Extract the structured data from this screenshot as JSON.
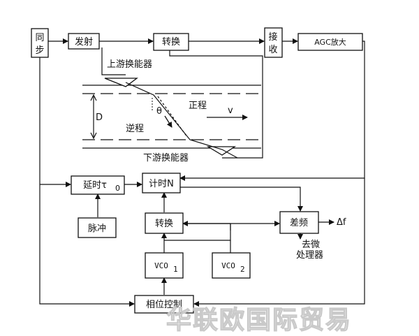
{
  "blocks": {
    "sync": "同步",
    "transmit": "发射",
    "switch_top": "转换",
    "receive": "接收",
    "agc": "AGC放大",
    "delay": "延时τ",
    "delay_sub": "0",
    "timer": "计时N",
    "pulse": "脉冲",
    "switch_mid": "转换",
    "diff_freq": "差频",
    "vco1": "VCO",
    "vco1_sub": "1",
    "vco2": "VCO",
    "vco2_sub": "2",
    "phase_ctrl": "相位控制"
  },
  "pipe": {
    "upstream": "上游换能器",
    "downstream": "下游换能器",
    "diameter": "D",
    "angle": "θ",
    "forward": "正程",
    "reverse": "逆程",
    "velocity": "v"
  },
  "outputs": {
    "delta_f": "Δf",
    "to_processor_line1": "去微",
    "to_processor_line2": "处理器"
  },
  "watermark": "华联欧国际贸易"
}
